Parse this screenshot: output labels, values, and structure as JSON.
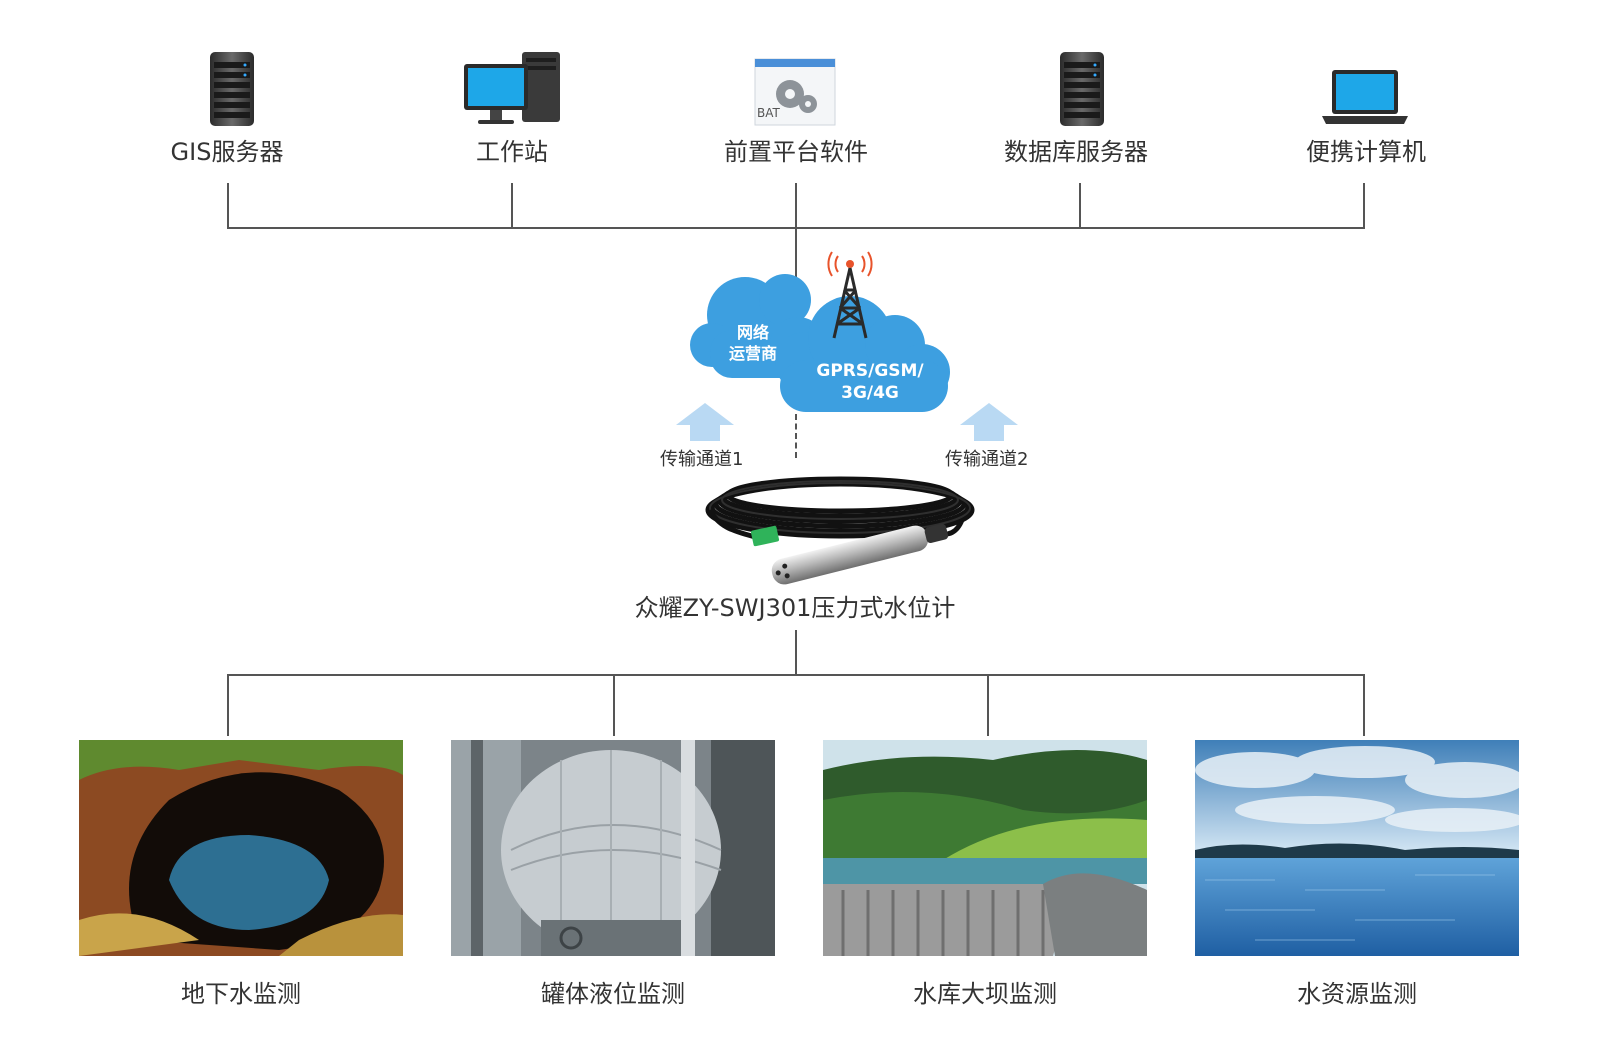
{
  "top_nodes": [
    {
      "label": "GIS服务器",
      "icon": "server-icon"
    },
    {
      "label": "工作站",
      "icon": "workstation-icon"
    },
    {
      "label": "前置平台软件",
      "icon": "software-window-icon",
      "icon_text": "BAT"
    },
    {
      "label": "数据库服务器",
      "icon": "server-icon"
    },
    {
      "label": "便携计算机",
      "icon": "laptop-icon"
    }
  ],
  "network": {
    "cloud_left": [
      "网络",
      "运营商"
    ],
    "cloud_right": [
      "GPRS/GSM/",
      "3G/4G"
    ],
    "channel_1": "传输通道1",
    "channel_2": "传输通道2"
  },
  "device": {
    "label": "众耀ZY-SWJ301压力式水位计"
  },
  "applications": [
    {
      "label": "地下水监测"
    },
    {
      "label": "罐体液位监测"
    },
    {
      "label": "水库大坝监测"
    },
    {
      "label": "水资源监测"
    }
  ],
  "colors": {
    "cloud": "#3d9fe0",
    "arrow": "#b9d9f3",
    "line": "#555555",
    "tower_signal": "#e8532b"
  }
}
